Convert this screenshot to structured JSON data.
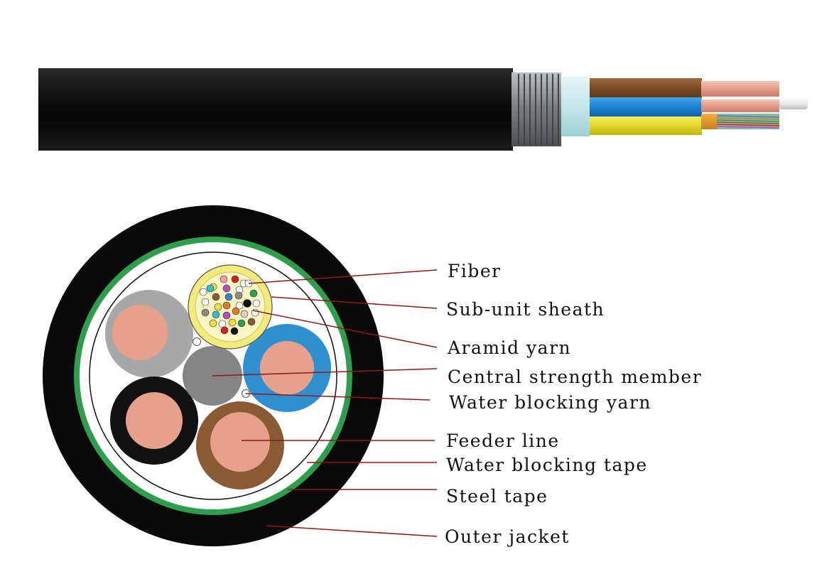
{
  "labels": {
    "fiber": "Fiber",
    "sub_unit_sheath": "Sub-unit sheath",
    "aramid_yarn": "Aramid yarn",
    "central_strength_member": "Central strength member",
    "water_blocking_yarn": "Water blocking yarn",
    "feeder_line": "Feeder line",
    "water_blocking_tape": "Water blocking tape",
    "steel_tape": "Steel tape",
    "outer_jacket": "Outer jacket"
  },
  "colors": {
    "outer_jacket": "#0a0a0a",
    "steel_tape": "#2e9e4e",
    "water_blocking_tape": "#ffffff",
    "leader_line": "#8b1a1a",
    "copper": "#e6a08c",
    "sub_unit_sheath": "#f3ec7a",
    "central_strength_member": "#858585",
    "feeder_gray": "#a8a8a8",
    "feeder_blue": "#2f8fcf",
    "feeder_black": "#111111",
    "feeder_brown": "#8a5a34",
    "fiber_colors": [
      "#3a7fd0",
      "#e07a25",
      "#2e9e4e",
      "#8a5a34",
      "#8a8a8a",
      "#ffffff",
      "#d42020",
      "#111111",
      "#f0e040",
      "#b050c0",
      "#f09ab0",
      "#30c0c0"
    ]
  }
}
